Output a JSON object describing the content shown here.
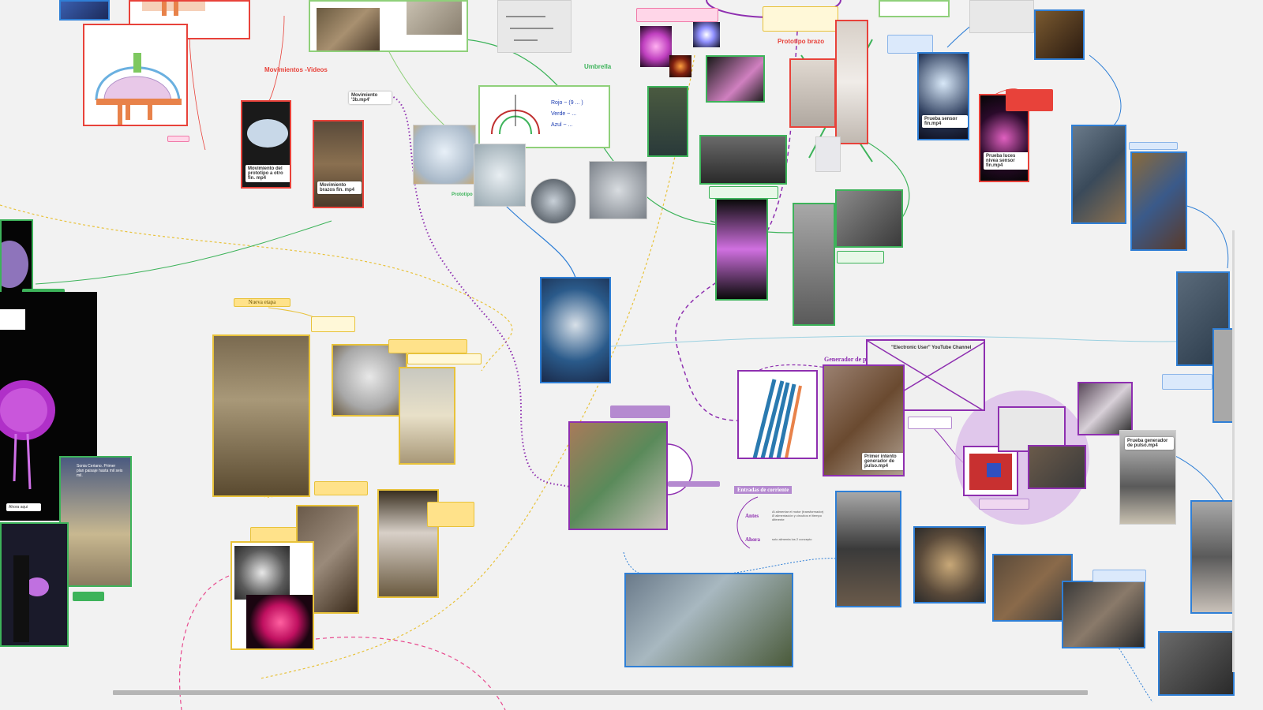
{
  "titles": {
    "movimientos_videos": "Movimientos -Videos",
    "umbrella": "Umbrella",
    "prototipo_brazo": "Prototipo brazo",
    "prototipo": "Prototipo",
    "generador_pulso": "Generador de pulso",
    "entradas_corriente": "Entradas de corriente",
    "antes": "Antes",
    "ahora": "Ahora",
    "nueva_etapa": "Nueva etapa"
  },
  "cards": {
    "movimiento_prototipo_1": "Movimiento del prototipo a otro fin. mp4",
    "movimiento_brazos": "Movimiento brazos fin. mp4",
    "movimiento_3b": "Movimiento '3b.mp4'",
    "prueba_sensor": "Prueba sensor fin.mp4",
    "prueba_luces": "Prueba luces nivea sensor fin.mp4",
    "primer_intento": "Primer intento generador de pulso.mp4",
    "prueba_generador": "Prueba generador de pulso.mp4",
    "ahora_aqui": "Ahora aqui",
    "sonia_ceriano": "Sonia Ceriano. Primer plan paisaje hasta mil seis mil."
  },
  "notes": {
    "antes_desc": "Al alimentar el motor (transformador) Ø alimentación y circuitos el tiempo diferente",
    "ahora_desc": "solo alimenta los 2 concepto",
    "generador_top": "Generador de pulso",
    "electronic_user": "\"Electronic User\" YouTube Channel"
  },
  "colors": {
    "red": "#e8423a",
    "green": "#3db35a",
    "blue": "#2f7fd6",
    "purple": "#8e2fb0",
    "yellow": "#e8c23a"
  }
}
